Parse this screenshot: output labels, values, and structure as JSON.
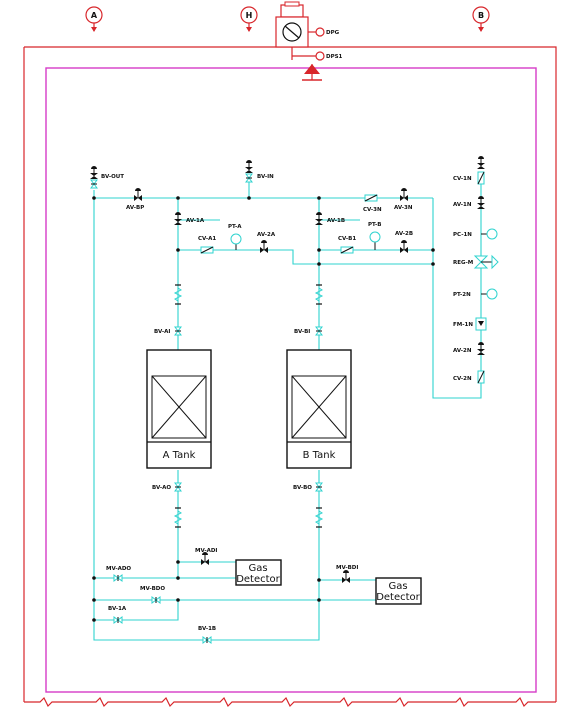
{
  "column_markers": [
    "A",
    "H",
    "B"
  ],
  "top_labels": {
    "dpg": "DPG",
    "dps": "DPS1"
  },
  "tanks": {
    "a": "A Tank",
    "b": "B Tank"
  },
  "gas_detector": [
    "Gas",
    "Detector"
  ],
  "labels": {
    "bv_out": "BV-OUT",
    "av_bp": "AV-BP",
    "bv_in": "BV-IN",
    "av_1a": "AV-1A",
    "pt_a": "PT-A",
    "cv_a1": "CV-A1",
    "av_2a": "AV-2A",
    "cv_3n": "CV-3N",
    "av_3n": "AV-3N",
    "av_1b": "AV-1B",
    "pt_b": "PT-B",
    "cv_b1": "CV-B1",
    "av_2b": "AV-2B",
    "cv_1n": "CV-1N",
    "av_1n": "AV-1N",
    "pc_1n": "PC-1N",
    "reg_m": "REG-M",
    "pt_2n": "PT-2N",
    "fm_1n": "FM-1N",
    "av_2n": "AV-2N",
    "cv_2n": "CV-2N",
    "bv_ai": "BV-AI",
    "bv_bi": "BV-BI",
    "bv_ao": "BV-AO",
    "bv_bo": "BV-BO",
    "mv_adi": "MV-ADI",
    "mv_bdi": "MV-BDI",
    "mv_ado": "MV-ADO",
    "mv_bdo": "MV-BDO",
    "bv_1a": "BV-1A",
    "bv_1b": "BV-1B"
  }
}
